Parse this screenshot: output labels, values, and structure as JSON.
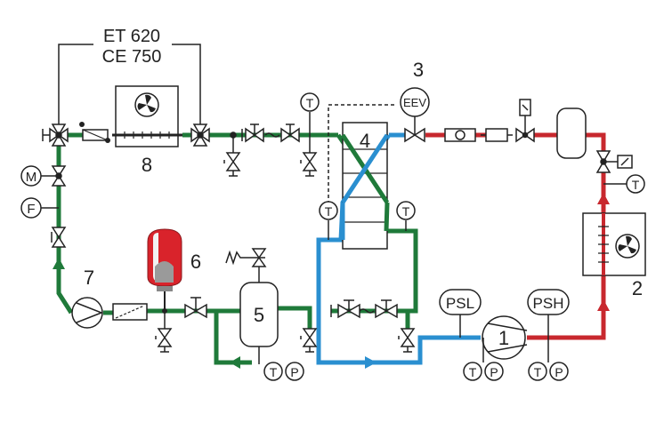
{
  "controller_labels": [
    "ET 620",
    "CE 750"
  ],
  "numbers": {
    "n1": "1",
    "n2": "2",
    "n3": "3",
    "n4": "4",
    "n5": "5",
    "n6": "6",
    "n7": "7",
    "n8": "8"
  },
  "valve_label": "EEV",
  "gauges": {
    "psl": "PSL",
    "psh": "PSH"
  },
  "sensor_letters": {
    "t": "T",
    "p": "P",
    "m": "M",
    "f": "F"
  },
  "colors": {
    "green": "#1f7a3a",
    "blue": "#2a8fd0",
    "red": "#c8282e",
    "line": "#222222"
  }
}
